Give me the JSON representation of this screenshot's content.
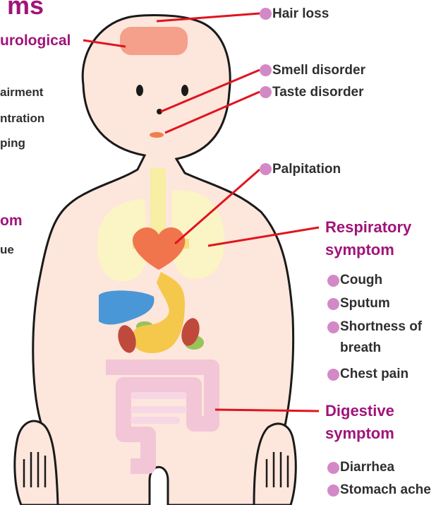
{
  "title_fragment": "ms",
  "categories": {
    "neurological": "urological",
    "respiratory": [
      "Respiratory",
      "symptom"
    ],
    "digestive": [
      "Digestive",
      "symptom"
    ],
    "left_partial": "om"
  },
  "left_partial_items": [
    "airment",
    "ntration",
    "ping",
    "ue"
  ],
  "symptoms": {
    "hair_loss": "Hair loss",
    "smell": "Smell disorder",
    "taste": "Taste disorder",
    "palpitation": "Palpitation",
    "cough": "Cough",
    "sputum": "Sputum",
    "shortness": [
      "Shortness of",
      "breath"
    ],
    "chest_pain": "Chest pain",
    "diarrhea": "Diarrhea",
    "stomach_ache": "Stomach ache"
  },
  "colors": {
    "category": "#a0147a",
    "text": "#2f2f2f",
    "bullet": "#d489c7",
    "leader_line": "#e0141e",
    "body_fill": "#fde6dc",
    "outline": "#1a1a1a"
  }
}
